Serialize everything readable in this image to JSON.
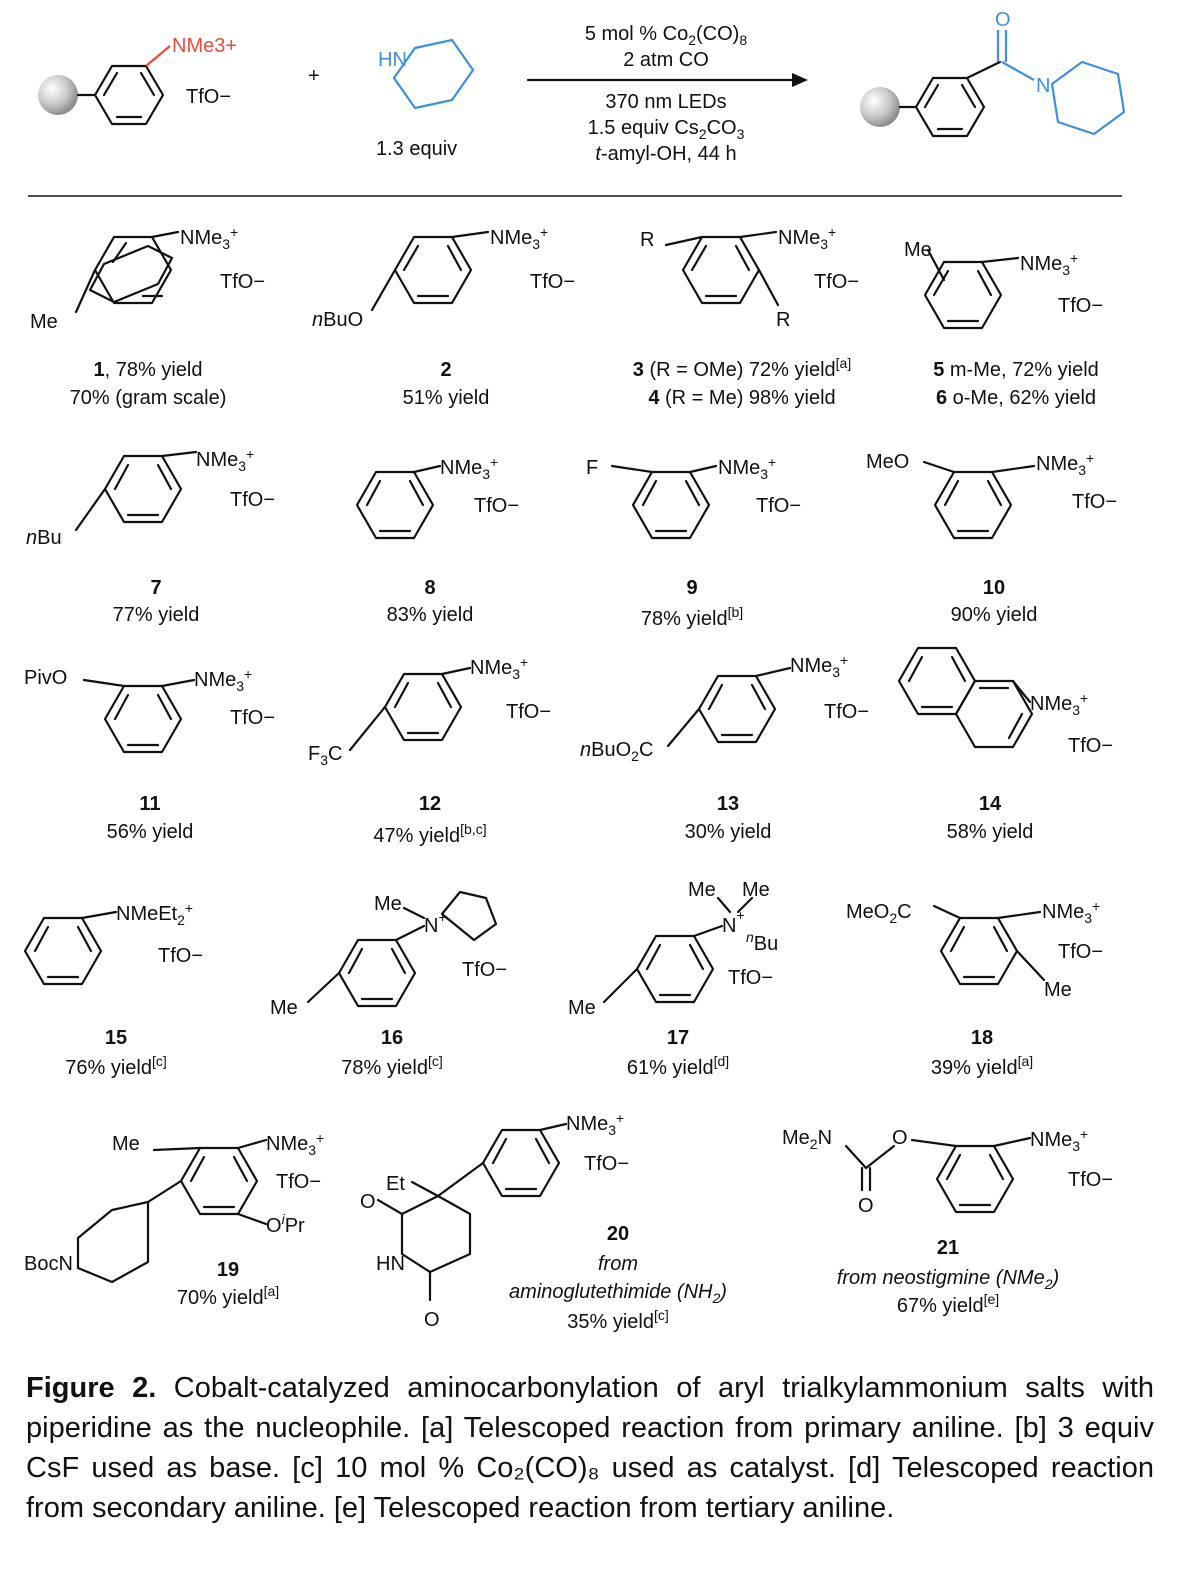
{
  "scheme": {
    "reactant_amm": "NMe3+",
    "reactant_counterion": "TfO−",
    "plus": "+",
    "amine_atom": "HN",
    "amine_equiv": "1.3 equiv",
    "cond_above_1": "5 mol % Co2(CO)8",
    "cond_above_2": "2 atm CO",
    "cond_below_1": "370 nm LEDs",
    "cond_below_2": "1.5 equiv Cs2CO3",
    "cond_below_3": "t-amyl-OH, 44 h",
    "product_O": "O",
    "product_N": "N"
  },
  "entries": [
    {
      "id": "1",
      "line1": ", 78% yield",
      "line2": "70% (gram scale)",
      "labels": [
        "NMe3+",
        "TfO−",
        "Me"
      ]
    },
    {
      "id": "2",
      "line1": "",
      "line2": "51% yield",
      "labels": [
        "NMe3+",
        "TfO−",
        "nBuO"
      ]
    },
    {
      "id": "3",
      "line1": " (R = OMe) 72% yield",
      "sup1": "[a]",
      "id2": "4",
      "line2": " (R = Me) 98% yield",
      "labels": [
        "NMe3+",
        "TfO−",
        "R",
        "R"
      ]
    },
    {
      "id": "5",
      "line1": " m-Me, 72% yield",
      "id2": "6",
      "line2": " o-Me, 62% yield",
      "labels": [
        "NMe3+",
        "TfO−",
        "Me"
      ]
    },
    {
      "id": "7",
      "line1": "",
      "line2": "77% yield",
      "labels": [
        "NMe3+",
        "TfO−",
        "nBu"
      ]
    },
    {
      "id": "8",
      "line1": "",
      "line2": "83% yield",
      "labels": [
        "NMe3+",
        "TfO−"
      ]
    },
    {
      "id": "9",
      "line1": "",
      "line2": "78% yield",
      "sup2": "[b]",
      "labels": [
        "NMe3+",
        "TfO−",
        "F"
      ]
    },
    {
      "id": "10",
      "line1": "",
      "line2": "90% yield",
      "labels": [
        "NMe3+",
        "TfO−",
        "MeO"
      ]
    },
    {
      "id": "11",
      "line1": "",
      "line2": "56% yield",
      "labels": [
        "NMe3+",
        "TfO−",
        "PivO"
      ]
    },
    {
      "id": "12",
      "line1": "",
      "line2": "47% yield",
      "sup2": "[b,c]",
      "labels": [
        "NMe3+",
        "TfO−",
        "F3C"
      ]
    },
    {
      "id": "13",
      "line1": "",
      "line2": "30% yield",
      "labels": [
        "NMe3+",
        "TfO−",
        "nBuO2C"
      ]
    },
    {
      "id": "14",
      "line1": "",
      "line2": "58% yield",
      "labels": [
        "NMe3+",
        "TfO−"
      ]
    },
    {
      "id": "15",
      "line1": "",
      "line2": "76% yield",
      "sup2": "[c]",
      "labels": [
        "NMeEt2+",
        "TfO−"
      ]
    },
    {
      "id": "16",
      "line1": "",
      "line2": "78% yield",
      "sup2": "[c]",
      "labels": [
        "Me",
        "N+",
        "TfO−",
        "Me"
      ]
    },
    {
      "id": "17",
      "line1": "",
      "line2": "61% yield",
      "sup2": "[d]",
      "labels": [
        "Me",
        "Me",
        "N+",
        "nBu",
        "TfO−",
        "Me"
      ]
    },
    {
      "id": "18",
      "line1": "",
      "line2": "39% yield",
      "sup2": "[a]",
      "labels": [
        "MeO2C",
        "NMe3+",
        "TfO−",
        "Me"
      ]
    },
    {
      "id": "19",
      "line1": "",
      "line2": "70% yield",
      "sup2": "[a]",
      "labels": [
        "Me",
        "NMe3+",
        "TfO−",
        "OiPr",
        "BocN"
      ]
    },
    {
      "id": "20",
      "line1": "from",
      "line2": "aminoglutethimide (NH2)",
      "line3": "35% yield",
      "sup3": "[c]",
      "labels": [
        "NMe3+",
        "TfO−",
        "Et",
        "O",
        "HN",
        "O"
      ]
    },
    {
      "id": "21",
      "line1": "from neostigmine (NMe2)",
      "line2": "67% yield",
      "sup2": "[e]",
      "labels": [
        "Me2N",
        "O",
        "O",
        "NMe3+",
        "TfO−"
      ]
    }
  ],
  "caption": {
    "label": "Figure 2.",
    "text": " Cobalt-catalyzed aminocarbonylation of aryl trialkylammonium salts with piperidine as the nucleophile. [a] Telescoped reaction from primary aniline. [b] 3 equiv CsF used as base. [c] 10 mol % Co₂(CO)₈ used as catalyst. [d] Telescoped reaction from secondary aniline. [e] Telescoped reaction from tertiary aniline."
  },
  "colors": {
    "ammonium": "#e84c3d",
    "amine": "#3d8fe0",
    "bond": "#111111",
    "sphere": "#bdbdbd"
  }
}
